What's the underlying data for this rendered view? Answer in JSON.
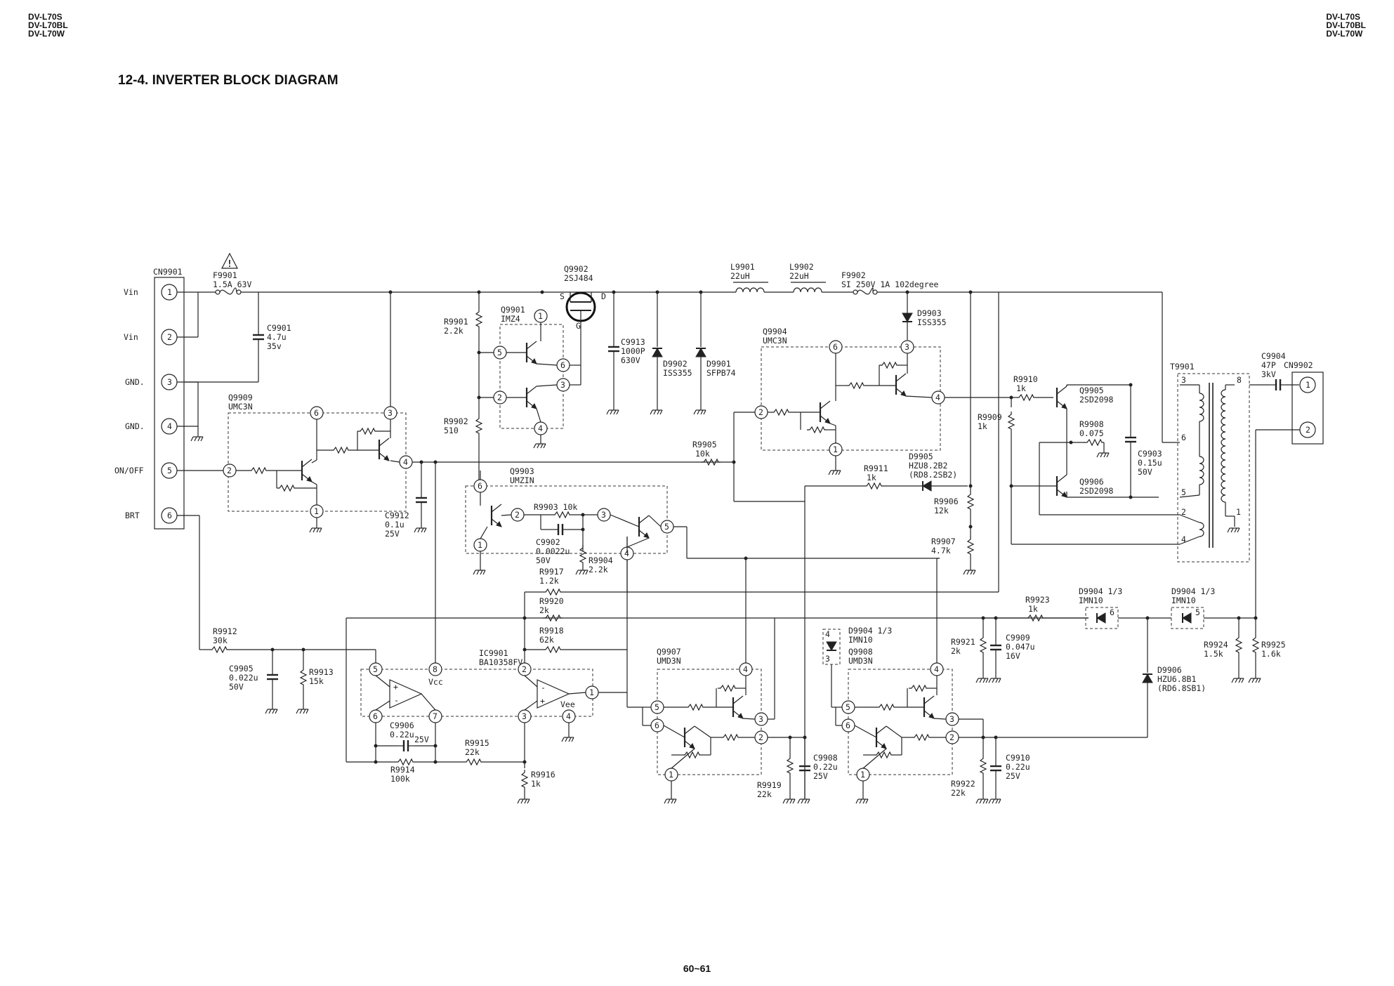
{
  "header": {
    "models_left": [
      "DV-L70S",
      "DV-L70BL",
      "DV-L70W"
    ],
    "models_right": [
      "DV-L70S",
      "DV-L70BL",
      "DV-L70W"
    ],
    "title": "12-4. INVERTER BLOCK DIAGRAM"
  },
  "footer": {
    "page": "60~61"
  },
  "connectors": {
    "cn9901": {
      "name": "CN9901",
      "pins": [
        {
          "num": "1",
          "signal": "Vin"
        },
        {
          "num": "2",
          "signal": "Vin"
        },
        {
          "num": "3",
          "signal": "GND."
        },
        {
          "num": "4",
          "signal": "GND."
        },
        {
          "num": "5",
          "signal": "ON/OFF"
        },
        {
          "num": "6",
          "signal": "BRT"
        }
      ]
    },
    "cn9902": {
      "name": "CN9902",
      "pins": [
        "1",
        "2"
      ]
    }
  },
  "parts": {
    "f9901": [
      "F9901",
      "1.5A 63V"
    ],
    "f9902": [
      "F9902",
      "SI 250V 1A 102degree"
    ],
    "c9901": [
      "C9901",
      "4.7u",
      "35v"
    ],
    "q9902": [
      "Q9902",
      "2SJ484"
    ],
    "q9902_pins": [
      "S",
      "D",
      "G"
    ],
    "q9901": [
      "Q9901",
      "IMZ4"
    ],
    "r9901": [
      "R9901",
      "2.2k"
    ],
    "r9902": [
      "R9902",
      "510"
    ],
    "c9913": [
      "C9913",
      "1000P",
      "630V"
    ],
    "d9902": [
      "D9902",
      "ISS355"
    ],
    "d9901": [
      "D9901",
      "SFPB74"
    ],
    "l9901": [
      "L9901",
      "22uH"
    ],
    "l9902": [
      "L9902",
      "22uH"
    ],
    "d9903": [
      "D9903",
      "ISS355"
    ],
    "q9904": [
      "Q9904",
      "UMC3N"
    ],
    "q9909": [
      "Q9909",
      "UMC3N"
    ],
    "c9912": [
      "C9912",
      "0.1u",
      "25V"
    ],
    "r9905": [
      "R9905",
      "10k"
    ],
    "q9903": [
      "Q9903",
      "UMZIN"
    ],
    "r9903": [
      "R9903 10k"
    ],
    "c9902": [
      "C9902",
      "0.0022u",
      "50V"
    ],
    "r9904": [
      "R9904",
      "2.2k"
    ],
    "r9911": [
      "R9911",
      "1k"
    ],
    "d9905": [
      "D9905",
      "HZU8.2B2",
      "(RD8.2SB2)"
    ],
    "r9906": [
      "R9906",
      "12k"
    ],
    "r9907": [
      "R9907",
      "4.7k"
    ],
    "r9910": [
      "R9910",
      "1k"
    ],
    "r9909": [
      "R9909",
      "1k"
    ],
    "q9905": [
      "Q9905",
      "2SD2098"
    ],
    "r9908": [
      "R9908",
      "0.075"
    ],
    "c9903": [
      "C9903",
      "0.15u",
      "50V"
    ],
    "q9906": [
      "Q9906",
      "2SD2098"
    ],
    "t9901": [
      "T9901"
    ],
    "c9904": [
      "C9904",
      "47P",
      "3kV"
    ],
    "r9917": [
      "R9917",
      "1.2k"
    ],
    "r9920": [
      "R9920",
      "2k"
    ],
    "r9918": [
      "R9918",
      "62k"
    ],
    "r9912": [
      "R9912",
      "30k"
    ],
    "c9905": [
      "C9905",
      "0.022u",
      "50V"
    ],
    "r9913": [
      "R9913",
      "15k"
    ],
    "ic9901": [
      "IC9901",
      "BA10358FV"
    ],
    "ic_vcc": "Vcc",
    "ic_vee": "Vee",
    "c9906": [
      "C9906",
      "0.22u",
      "25V"
    ],
    "r9914": [
      "R9914",
      "100k"
    ],
    "r9915": [
      "R9915",
      "22k"
    ],
    "r9916": [
      "R9916",
      "1k"
    ],
    "q9907": [
      "Q9907",
      "UMD3N"
    ],
    "c9908": [
      "C9908",
      "0.22u",
      "25V"
    ],
    "r9919": [
      "R9919",
      "22k"
    ],
    "d9904a": [
      "D9904 1/3",
      "IMN10"
    ],
    "q9908": [
      "Q9908",
      "UMD3N"
    ],
    "r9921": [
      "R9921",
      "2k"
    ],
    "c9909": [
      "C9909",
      "0.047u",
      "16V"
    ],
    "r9922": [
      "R9922",
      "22k"
    ],
    "c9910": [
      "C9910",
      "0.22u",
      "25V"
    ],
    "r9923": [
      "R9923",
      "1k"
    ],
    "d9904b": [
      "D9904 1/3",
      "IMN10"
    ],
    "d9904c": [
      "D9904 1/3",
      "IMN10"
    ],
    "d9906": [
      "D9906",
      "HZU6.8B1",
      "(RD6.8SB1)"
    ],
    "r9924": [
      "R9924",
      "1.5k"
    ],
    "r9925": [
      "R9925",
      "1.6k"
    ]
  }
}
